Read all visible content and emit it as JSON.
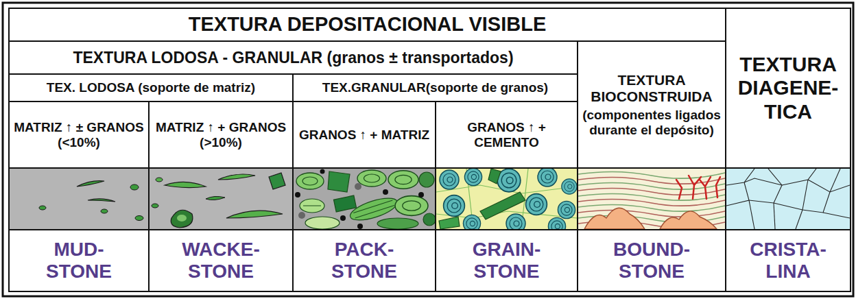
{
  "diagram": {
    "nodes": [
      {
        "text": [
          "TEXTURA DEPOSITACIONAL VISIBLE"
        ]
      },
      {
        "text": [
          "TEXTURA DIAGENE- TICA"
        ]
      },
      {
        "text": [
          "TEXTURA LODOSA - GRANULAR (granos ± transportados)"
        ]
      },
      {
        "text": [
          "TEXTURA BIOCONSTRUIDA",
          "(componentes ligados durante el depósito)"
        ]
      },
      {
        "text": [
          "TEX. LODOSA (soporte de matriz)"
        ]
      },
      {
        "text": [
          "TEX.GRANULAR(soporte de granos)"
        ]
      },
      {
        "text": [
          "MATRIZ ↑ ± GRANOS (<10%)"
        ]
      },
      {
        "text": [
          "MATRIZ ↑ + GRANOS (>10%)"
        ]
      },
      {
        "text": [
          "GRANOS ↑ + MATRIZ"
        ]
      },
      {
        "text": [
          "GRANOS ↑ + CEMENTO"
        ]
      },
      {
        "text": [
          "MUD- STONE"
        ]
      },
      {
        "text": [
          "WACKE- STONE"
        ]
      },
      {
        "text": [
          "PACK- STONE"
        ]
      },
      {
        "text": [
          "GRAIN- STONE"
        ]
      },
      {
        "text": [
          "BOUND- STONE"
        ]
      },
      {
        "text": [
          "CRISTA- LINA"
        ]
      }
    ]
  }
}
